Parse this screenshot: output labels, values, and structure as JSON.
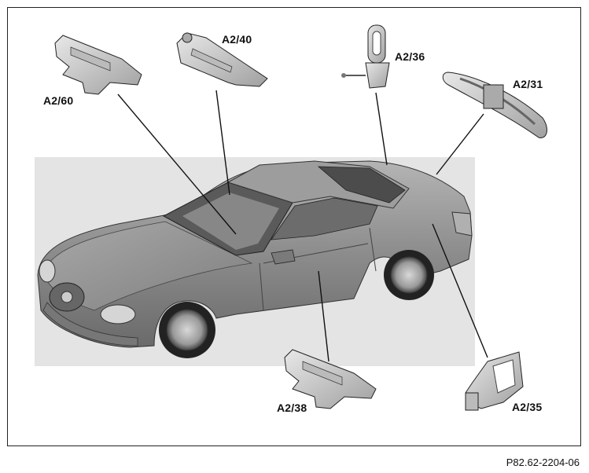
{
  "components": [
    {
      "id": "A2/60",
      "label": "A2/60",
      "icon": "striker-latch-icon"
    },
    {
      "id": "A2/40",
      "label": "A2/40",
      "icon": "striker-latch-icon"
    },
    {
      "id": "A2/36",
      "label": "A2/36",
      "icon": "hook-latch-icon"
    },
    {
      "id": "A2/31",
      "label": "A2/31",
      "icon": "trunk-latch-icon"
    },
    {
      "id": "A2/38",
      "label": "A2/38",
      "icon": "striker-latch-icon"
    },
    {
      "id": "A2/35",
      "label": "A2/35",
      "icon": "hook-latch-icon"
    }
  ],
  "figure_ref": "P82.62-2204-06",
  "colors": {
    "car_body": "#8f8f8f",
    "background_panel": "#e4e4e4",
    "outline": "#111111"
  }
}
